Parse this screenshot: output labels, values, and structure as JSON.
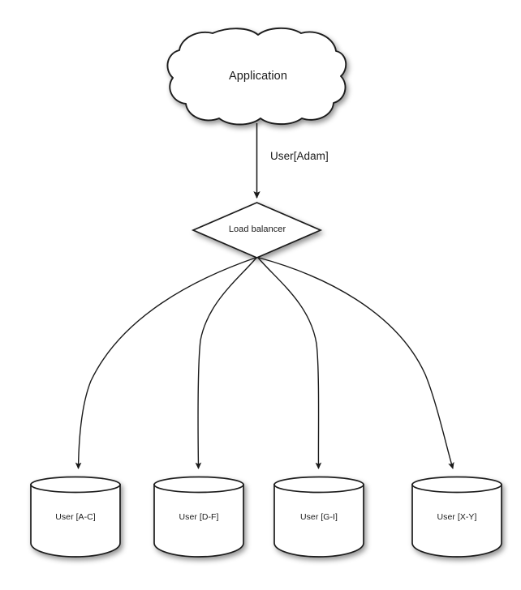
{
  "diagram": {
    "type": "architecture-flow-diagram",
    "background_color": "#ffffff",
    "stroke_color": "#1a1a1a",
    "fill_color": "#ffffff",
    "text_color": "#1a1a1a",
    "nodes": {
      "application": {
        "label": "Application",
        "shape": "cloud",
        "icon_name": "cloud-shape"
      },
      "load_balancer": {
        "label": "Load balancer",
        "shape": "diamond",
        "icon_name": "diamond-shape"
      },
      "databases": [
        {
          "label": "User [A-C]",
          "shape": "cylinder",
          "icon_name": "database-cylinder"
        },
        {
          "label": "User [D-F]",
          "shape": "cylinder",
          "icon_name": "database-cylinder"
        },
        {
          "label": "User [G-I]",
          "shape": "cylinder",
          "icon_name": "database-cylinder"
        },
        {
          "label": "User [X-Y]",
          "shape": "cylinder",
          "icon_name": "database-cylinder"
        }
      ]
    },
    "edges": [
      {
        "from": "application",
        "to": "load_balancer",
        "label": "User[Adam]",
        "style": "straight-arrow"
      },
      {
        "from": "load_balancer",
        "to": "User [A-C]",
        "label": "",
        "style": "curved-arrow"
      },
      {
        "from": "load_balancer",
        "to": "User [D-F]",
        "label": "",
        "style": "curved-arrow"
      },
      {
        "from": "load_balancer",
        "to": "User [G-I]",
        "label": "",
        "style": "curved-arrow"
      },
      {
        "from": "load_balancer",
        "to": "User [X-Y]",
        "label": "",
        "style": "curved-arrow"
      }
    ]
  }
}
